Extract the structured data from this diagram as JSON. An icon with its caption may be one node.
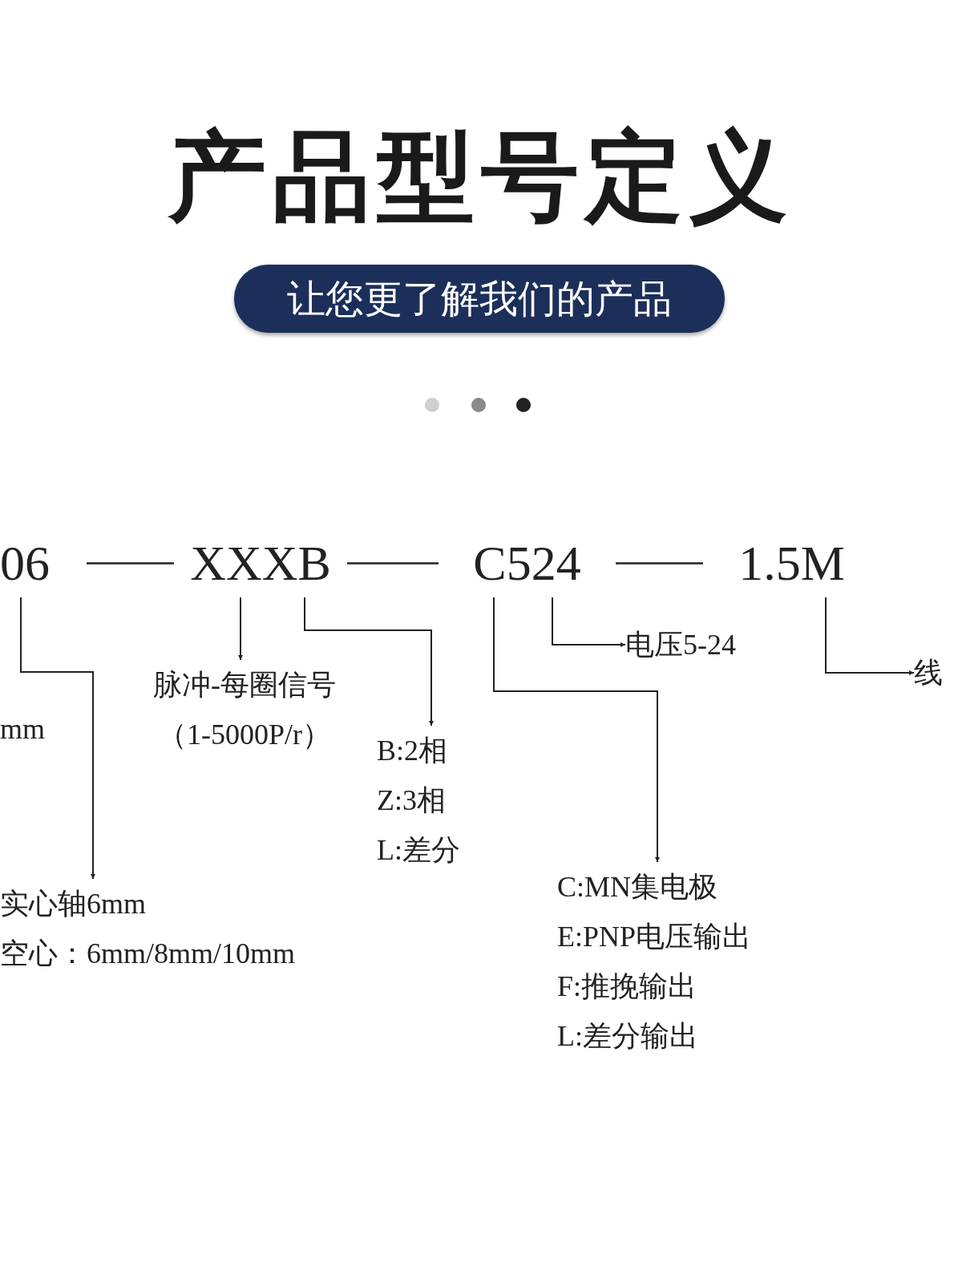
{
  "diagram": {
    "title": "产品型号定义",
    "nodes": [
      {
        "text": [
          "让您更了解我们的产品"
        ]
      },
      {
        "text": [
          "06"
        ]
      },
      {
        "text": [
          "XXXB"
        ]
      },
      {
        "text": [
          "C524"
        ]
      },
      {
        "text": [
          "1.5M"
        ]
      },
      {
        "text": [
          "脉冲-每圈信号",
          "（1-5000P/r）"
        ]
      },
      {
        "text": [
          "B:2相",
          "Z:3相",
          "L:差分"
        ]
      },
      {
        "text": [
          "实心轴6mm",
          "空心：6mm/8mm/10mm"
        ]
      },
      {
        "text": [
          "C:MN集电极",
          "E:PNP电压输出",
          "F:推挽输出",
          "L:差分输出"
        ]
      },
      {
        "text": [
          "电压5-24"
        ]
      },
      {
        "text": [
          "线"
        ]
      }
    ],
    "edges": [
      {
        "from": 1,
        "to": 2,
        "arrow": "none"
      },
      {
        "from": 2,
        "to": 3,
        "arrow": "none"
      },
      {
        "from": 3,
        "to": 4,
        "arrow": "none"
      },
      {
        "from": 1,
        "to": 7,
        "arrow": "to"
      },
      {
        "from": 2,
        "to": 5,
        "arrow": "to"
      },
      {
        "from": 2,
        "to": 6,
        "arrow": "to"
      },
      {
        "from": 3,
        "to": 8,
        "arrow": "to"
      },
      {
        "from": 3,
        "to": 9,
        "arrow": "to"
      },
      {
        "from": 4,
        "to": 10,
        "arrow": "to"
      }
    ],
    "labels": [
      "mm"
    ]
  }
}
